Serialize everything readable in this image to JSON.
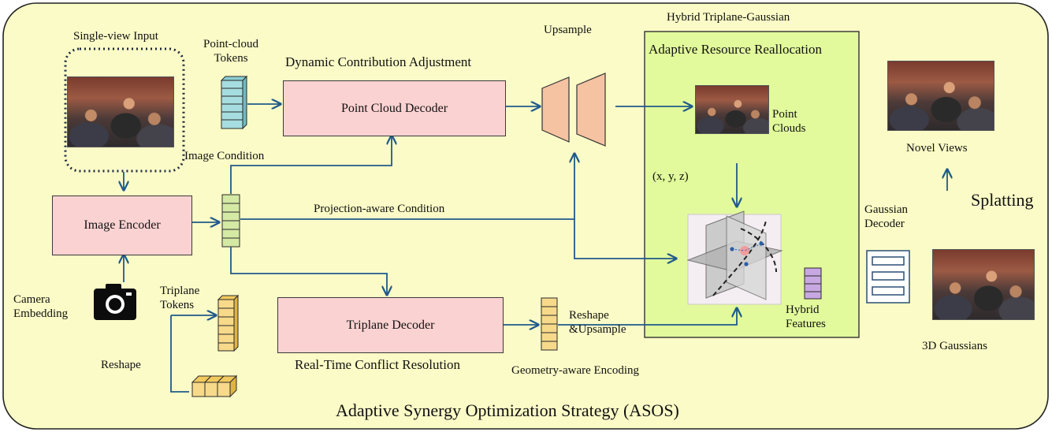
{
  "labels": {
    "single_view_input": "Single-view Input",
    "point_cloud_tokens": "Point-cloud\nTokens",
    "dynamic_contribution": "Dynamic Contribution Adjustment",
    "upsample": "Upsample",
    "hybrid_triplane_gaussian": "Hybrid Triplane-Gaussian",
    "adaptive_resource": "Adaptive Resource Reallocation",
    "point_cloud_decoder": "Point Cloud Decoder",
    "image_condition": "Image Condition",
    "point_clouds": "Point\nClouds",
    "novel_views": "Novel Views",
    "xyz": "(x, y, z)",
    "image_encoder": "Image Encoder",
    "projection_aware": "Projection-aware Condition",
    "gaussian_decoder": "Gaussian\nDecoder",
    "splatting": "Splatting",
    "camera_embedding": "Camera\nEmbedding",
    "triplane_tokens": "Triplane\nTokens",
    "triplane_decoder": "Triplane Decoder",
    "reshape_upsample": "Reshape\n&Upsample",
    "hybrid_features": "Hybrid\nFeatures",
    "three_d_gaussians": "3D Gaussians",
    "reshape": "Reshape",
    "real_time_conflict": "Real-Time Conflict Resolution",
    "geometry_aware": "Geometry-aware Encoding",
    "asos": "Adaptive Synergy Optimization Strategy (ASOS)"
  },
  "icons": {
    "camera": "camera-icon",
    "gaussian_decoder": "stacked-layers-icon"
  },
  "colors": {
    "background": "#fbfbc7",
    "panel": "#e2fa9c",
    "box_fill": "#fbd2d2",
    "arrow": "#1f5a8a",
    "pc_token": "#a6dde0",
    "enc_token": "#d4e9a4",
    "tri_token": "#f7d98a",
    "upsample": "#f5c3a2",
    "hybrid_token": "#c8a8e2"
  }
}
